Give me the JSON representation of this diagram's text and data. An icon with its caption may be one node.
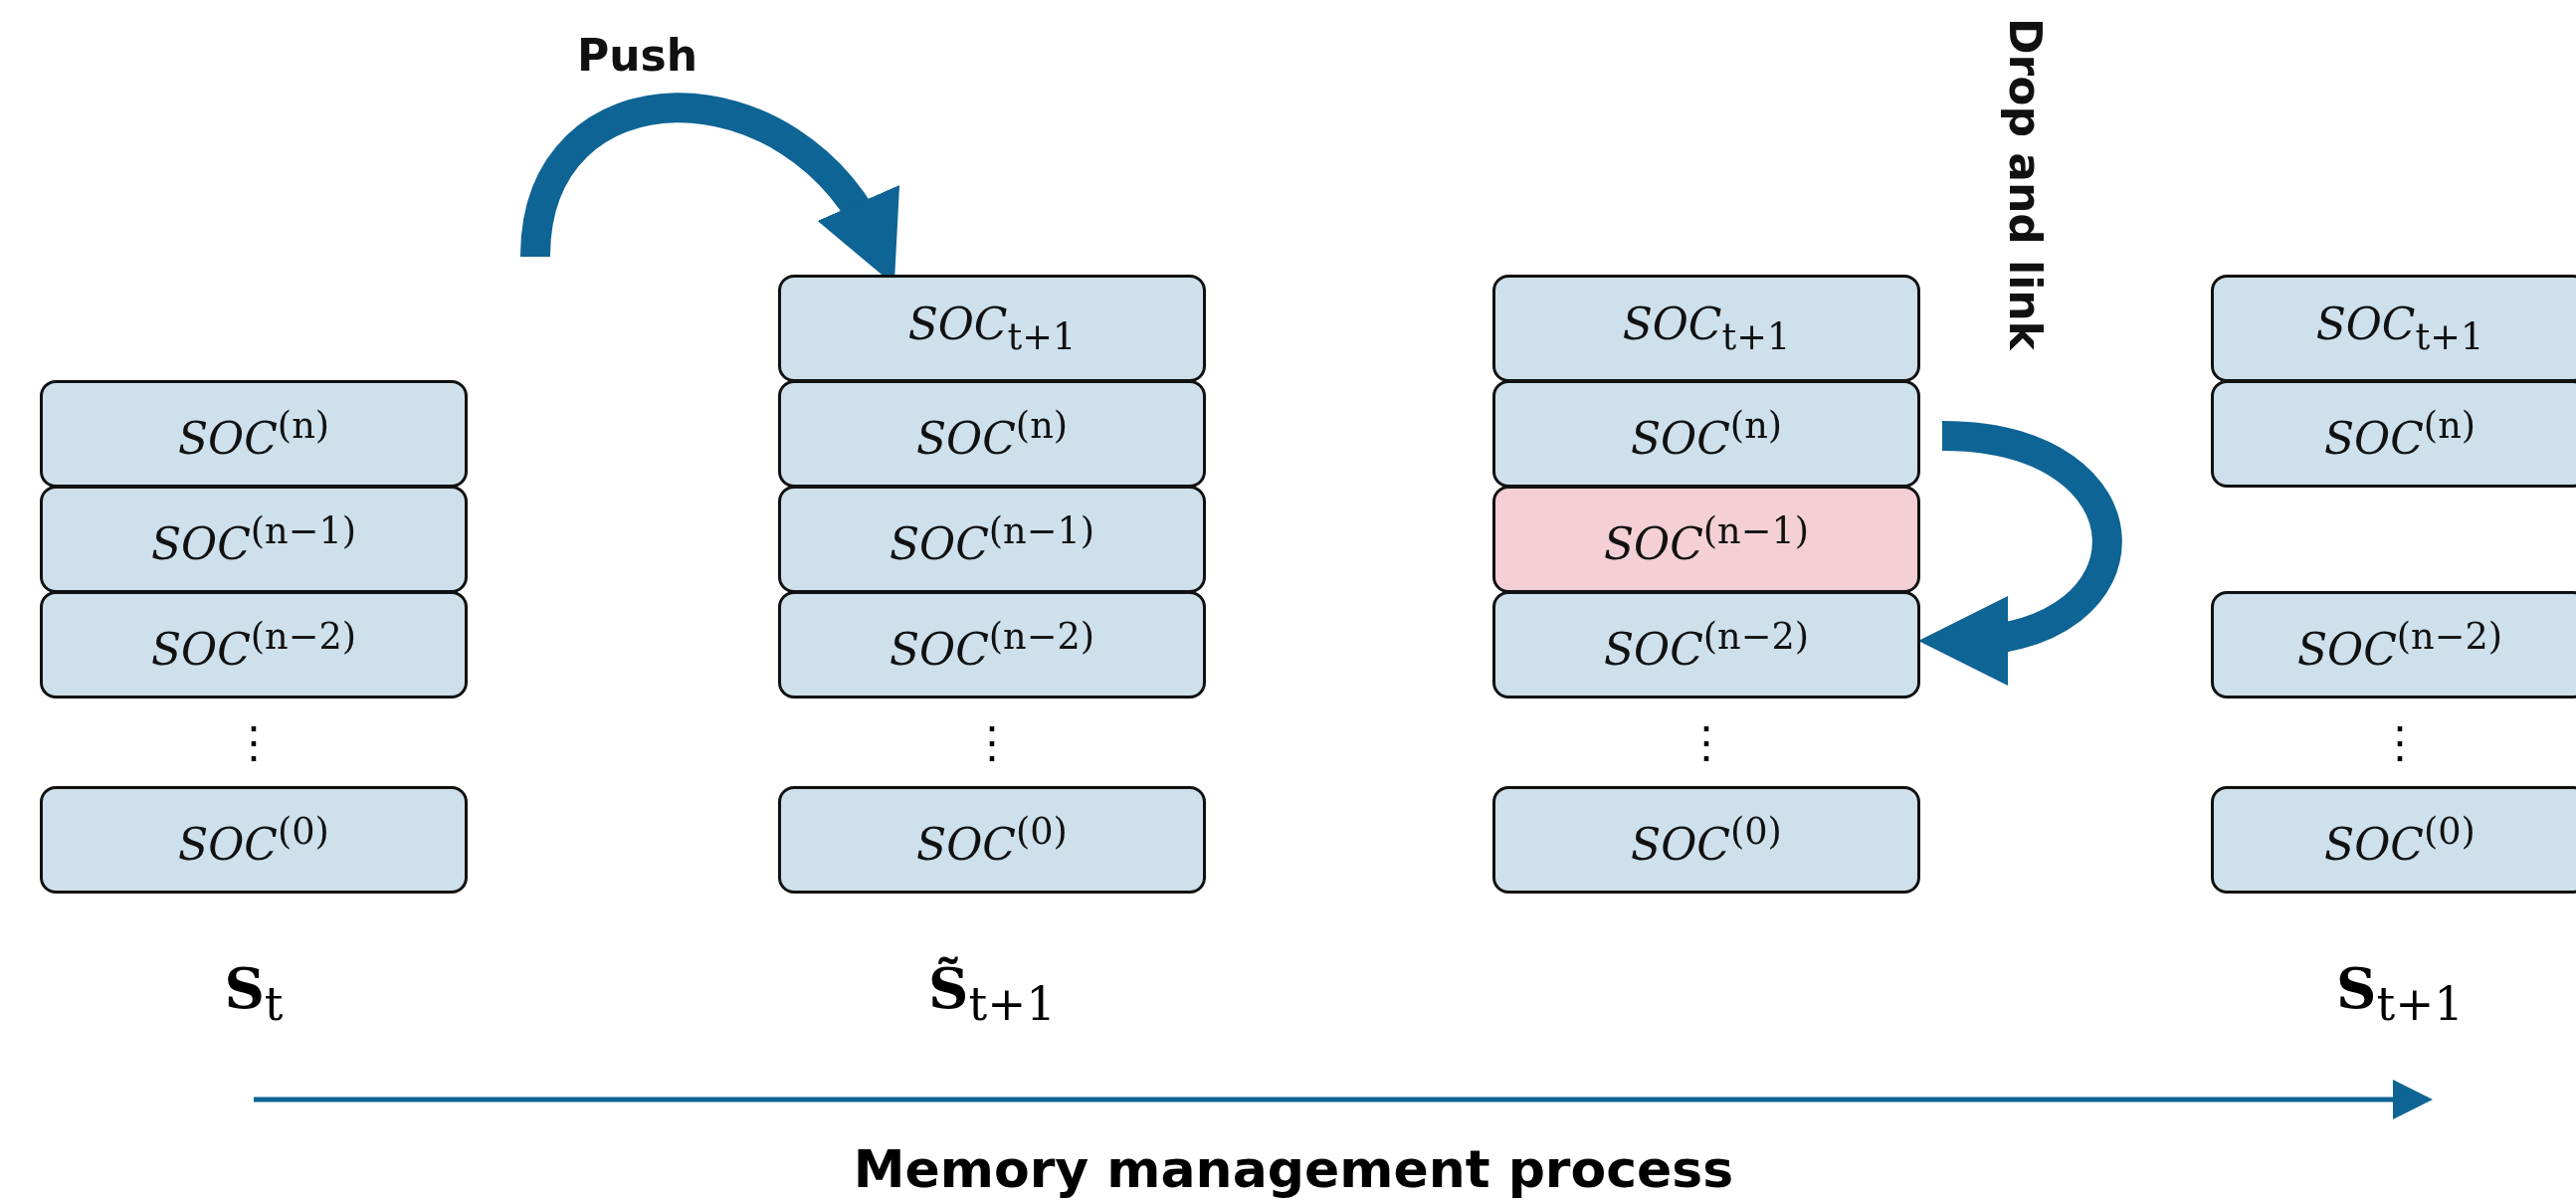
{
  "diagram": {
    "nodes": [
      {
        "text": [
          "*SOC*$^{(n)}$"
        ]
      },
      {
        "text": [
          "*SOC*$^{(n−1)}$"
        ]
      },
      {
        "text": [
          "*SOC*$^{(n−2)}$"
        ]
      },
      {
        "text": [
          "*SOC*$^{(0)}$"
        ]
      },
      {
        "text": [
          "*SOC*$_{t+1}$"
        ]
      },
      {
        "text": [
          "*SOC*$^{(n)}$"
        ]
      },
      {
        "text": [
          "*SOC*$^{(n−1)}$"
        ]
      },
      {
        "text": [
          "*SOC*$^{(n−2)}$"
        ]
      },
      {
        "text": [
          "*SOC*$^{(0)}$"
        ]
      },
      {
        "text": [
          "*SOC*$_{t+1}$"
        ]
      },
      {
        "text": [
          "*SOC*$^{(n)}$"
        ]
      },
      {
        "text": [
          "*SOC*$^{(n−1)}$"
        ]
      },
      {
        "text": [
          "*SOC*$^{(n−2)}$"
        ]
      },
      {
        "text": [
          "*SOC*$^{(0)}$"
        ]
      },
      {
        "text": [
          "*SOC*$_{t+1}$"
        ]
      },
      {
        "text": [
          "*SOC*$^{(n)}$"
        ]
      },
      {
        "text": [
          "*SOC*$^{(n−2)}$"
        ]
      },
      {
        "text": [
          "*SOC*$^{(0)}$"
        ]
      }
    ],
    "edges": [
      {
        "from": null,
        "to": 4,
        "arrow": "to",
        "label": "Push"
      },
      {
        "from": 10,
        "to": 12,
        "arrow": "to",
        "label": "Drop and link"
      }
    ],
    "labels": [
      "⋮",
      "⋮",
      "⋮",
      "⋮",
      "**S**$_{t}$",
      "**S̃**$_{t+1}$",
      "**S**$_{t+1}$",
      "Memory management process"
    ]
  }
}
